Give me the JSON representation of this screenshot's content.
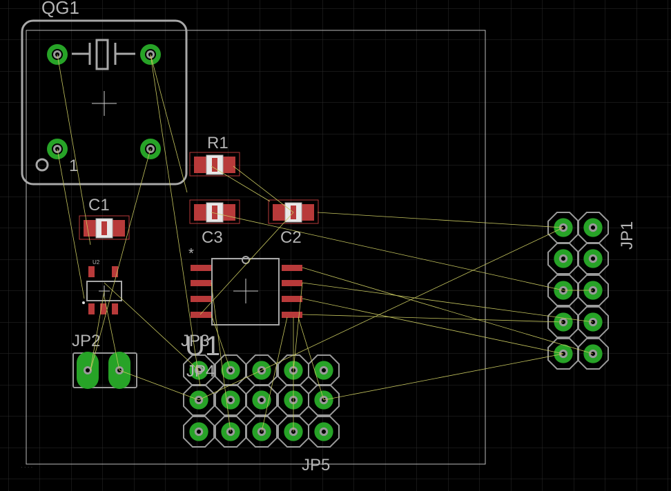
{
  "app": {
    "title": ""
  },
  "colors": {
    "background": "#000000",
    "grid": "#2a2a2a",
    "silk": "#a8a8a8",
    "pad_ring": "#9a9a9a",
    "via_green": "#27a327",
    "smd_red": "#b83a3a",
    "airwire": "#c8c860",
    "outline": "#bdbdbd"
  },
  "icons": {
    "origin_marker": "crosshair-icon",
    "pin1_marker": "circle-icon"
  },
  "components": {
    "qg1": {
      "name": "QG1",
      "pin1": "1"
    },
    "r1": {
      "name": "R1"
    },
    "c1": {
      "name": "C1"
    },
    "c2": {
      "name": "C2"
    },
    "c3": {
      "name": "C3"
    },
    "u1": {
      "name": "U1",
      "marker": "*"
    },
    "u2": {
      "name": "U2"
    },
    "jp1": {
      "name": "JP1"
    },
    "jp2": {
      "name": "JP2"
    },
    "jp3": {
      "name": "JP3"
    },
    "jp4": {
      "name": "JP4"
    },
    "jp5": {
      "name": "JP5"
    }
  }
}
